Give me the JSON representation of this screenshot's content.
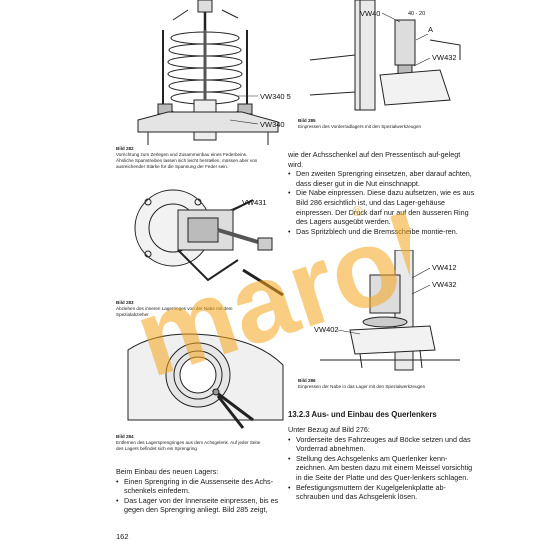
{
  "page_number": "162",
  "watermark": {
    "text": "marol",
    "symbol": "®"
  },
  "figures": {
    "bild282": {
      "callout_a": "VW340 5",
      "callout_b": "VW340",
      "caption_number": "Bild 282",
      "caption_lines": [
        "Vorrichtung zum Zerlegen und Zusammenbau eines Federbeins.",
        "Ähnliche Spanntreiben lassen sich leicht herstellen, müssen aber von",
        "ausreichender Stärke für die Spannung der Feder sein."
      ]
    },
    "bild283": {
      "callout_a": "VW431",
      "caption_number": "Bild 283",
      "caption_lines": [
        "Abziehen des inneren Lagerringes von der Nabe mit dem",
        "Spezialabzieher"
      ]
    },
    "bild284": {
      "caption_number": "Bild 284",
      "caption_lines": [
        "Entfernen des Lagersprengringes aus dem Achsgelenk. Auf jeder Seite",
        "des Lagers befindet sich ein Sprengring"
      ]
    },
    "bild285": {
      "callout_a": "VW40",
      "callout_b": "40 - 20",
      "callout_c": "A",
      "callout_d": "VW432",
      "caption_number": "Bild 285",
      "caption_lines": [
        "Einpressen des Vorderradlagers mit den Spezialwerkzeugen"
      ]
    },
    "bild286": {
      "callout_a": "VW412",
      "callout_b": "VW432",
      "callout_c": "VW402",
      "caption_number": "Bild 286",
      "caption_lines": [
        "Einpressen der Nabe in das Lager mit den Spezialwerkzeugen"
      ]
    }
  },
  "left_text": {
    "intro": "Beim Einbau des neuen Lagers:",
    "bullets": [
      "Einen Sprengring in die Aussenseite des Achs-schenkels einfedern.",
      "Das Lager von der Innenseite einpressen, bis es gegen den Sprengring anliegt. Bild 285 zeigt,"
    ]
  },
  "right_text": {
    "continuation": "wie der Achsschenkel auf den Pressentisch auf-gelegt wird.",
    "bullets": [
      "Den zweiten Sprengring einsetzen, aber darauf achten, dass dieser gut in die Nut einschnappt.",
      "Die Nabe einpressen. Diese dazu aufsetzen, wie es aus Bild 286 ersichtlich ist, und das Lager-gehäuse einpressen. Der Druck darf nur auf den äusseren Ring des Lagers ausgeübt werden.",
      "Das Spritzblech und die Bremsscheibe montie-ren."
    ]
  },
  "section": {
    "heading": "13.2.3  Aus- und Einbau des Querlenkers",
    "intro": "Unter Bezug auf Bild 276:",
    "bullets": [
      "Vorderseite des Fahrzeuges auf Böcke setzen und das Vorderrad abnehmen.",
      "Stellung des Achsgelenks am Querlenker kenn-zeichnen. Am besten dazu mit einem Meissel vorsichtig in die Seite der Platte und des Quer-lenkers schlagen.",
      "Befestigungsmuttern der Kugelgelenkplatte ab-schrauben und das Achsgelenk lösen."
    ]
  }
}
